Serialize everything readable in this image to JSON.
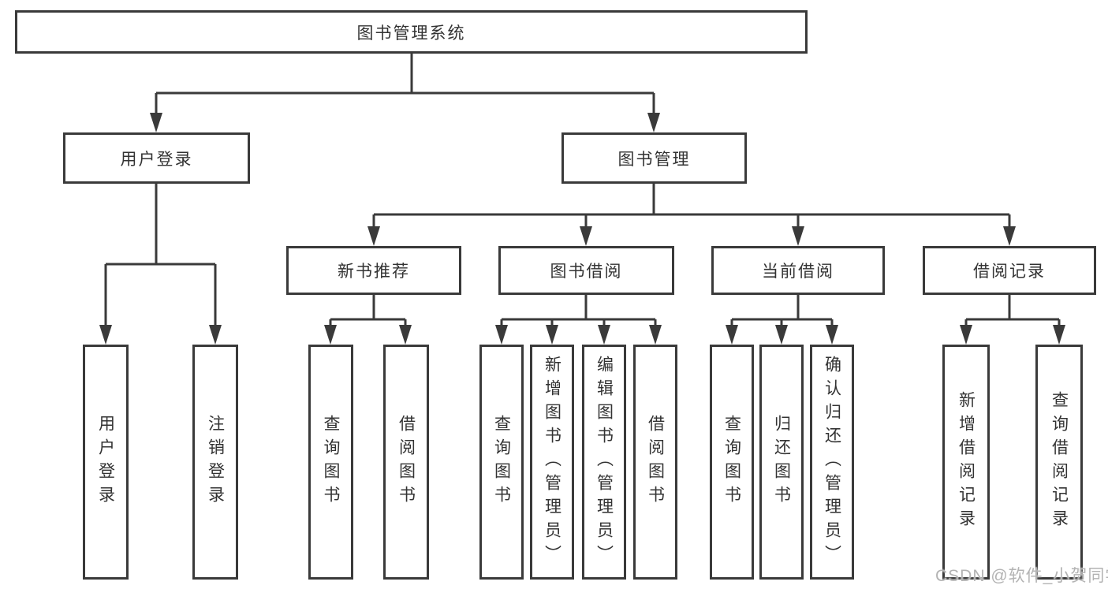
{
  "diagram": {
    "root": {
      "label": "图书管理系统",
      "children": [
        {
          "label": "用户登录",
          "children": [
            {
              "label": "用户登录"
            },
            {
              "label": "注销登录"
            }
          ]
        },
        {
          "label": "图书管理",
          "children": [
            {
              "label": "新书推荐",
              "children": [
                {
                  "label": "查询图书"
                },
                {
                  "label": "借阅图书"
                }
              ]
            },
            {
              "label": "图书借阅",
              "children": [
                {
                  "label": "查询图书"
                },
                {
                  "label": "新增图书（管理员）"
                },
                {
                  "label": "编辑图书（管理员）"
                },
                {
                  "label": "借阅图书"
                }
              ]
            },
            {
              "label": "当前借阅",
              "children": [
                {
                  "label": "查询图书"
                },
                {
                  "label": "归还图书"
                },
                {
                  "label": "确认归还（管理员）"
                }
              ]
            },
            {
              "label": "借阅记录",
              "children": [
                {
                  "label": "新增借阅记录"
                },
                {
                  "label": "查询借阅记录"
                }
              ]
            }
          ]
        }
      ]
    }
  },
  "colors": {
    "line": "#3a3a3a",
    "border": "#3a3a3a",
    "text": "#333333",
    "background": "#ffffff",
    "watermark": "#b3b3b3"
  },
  "watermark": {
    "text": "CSDN @软件_小贺同学"
  }
}
